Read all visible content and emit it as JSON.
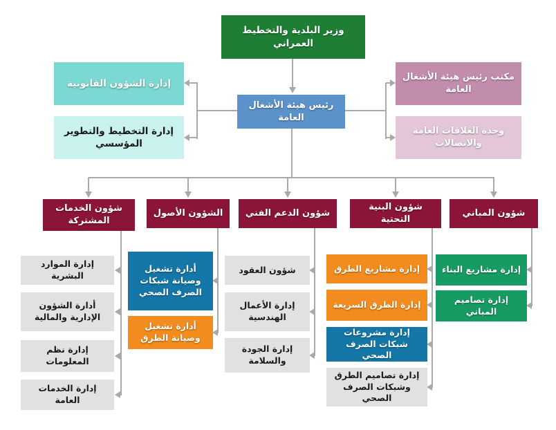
{
  "org": {
    "minister": "وزير البلدية والتخطيط العمراني",
    "chairman": "رئيس هيئة الأشغال العامة",
    "left": [
      {
        "label": "إدارة الشؤون القانونية"
      },
      {
        "label": "إدارة التخطيط والتطوير المؤسسي"
      }
    ],
    "right": [
      {
        "label": "مكتب رئيس هيئة الأشغال العامة"
      },
      {
        "label": "وحدة العلاقات العامة والاتصالات"
      }
    ],
    "sectors": [
      {
        "label": "شؤون الخدمات المشتركة",
        "children": [
          {
            "label": "إدارة الموارد البشرية",
            "color": "gray"
          },
          {
            "label": "أدارة الشؤون الإدارية والمالية",
            "color": "gray"
          },
          {
            "label": "إدارة نظم المعلومات",
            "color": "gray"
          },
          {
            "label": "إدارة الخدمات العامة",
            "color": "gray"
          }
        ]
      },
      {
        "label": "الشؤون الأصول",
        "children": [
          {
            "label": "أدارة تشغيل وصيانة شبكات الصرف الصحي",
            "color": "blue"
          },
          {
            "label": "أدارة تشغيل وصيانة الطرق",
            "color": "orange"
          }
        ]
      },
      {
        "label": "شؤون الدعم الفني",
        "children": [
          {
            "label": "شؤون العقود",
            "color": "gray"
          },
          {
            "label": "إدارة الأعمال الهندسية",
            "color": "gray"
          },
          {
            "label": "إدارة الجودة والسلامة",
            "color": "gray"
          }
        ]
      },
      {
        "label": "شؤون البنية التحتية",
        "children": [
          {
            "label": "إدارة مشاريع الطرق",
            "color": "orange"
          },
          {
            "label": "إدارة الطرق السريعة",
            "color": "orange"
          },
          {
            "label": "إدارة مشروعات شبكات الصرف الصحي",
            "color": "blue"
          },
          {
            "label": "إدارة تصاميم الطرق وشبكات الصرف الصحي",
            "color": "gray"
          }
        ]
      },
      {
        "label": "شؤون المباني",
        "children": [
          {
            "label": "إدارة مشاريع البناء",
            "color": "green"
          },
          {
            "label": "إدارة تصاميم المباني",
            "color": "green"
          }
        ]
      }
    ]
  },
  "colors": {
    "minister_green": "#1E7E34",
    "chairman_blue": "#5B92C9",
    "legal_teal": "#7CD8D2",
    "planning_teal": "#C9F1EE",
    "office_pink": "#C28CAC",
    "relations_pink": "#E3C7D9",
    "sector_maroon": "#8A1538",
    "child_gray": "#E1E1E1",
    "child_blue": "#1577A7",
    "child_orange": "#F28C1E",
    "child_green": "#189B62",
    "connector_gray": "#A9A9A9"
  }
}
